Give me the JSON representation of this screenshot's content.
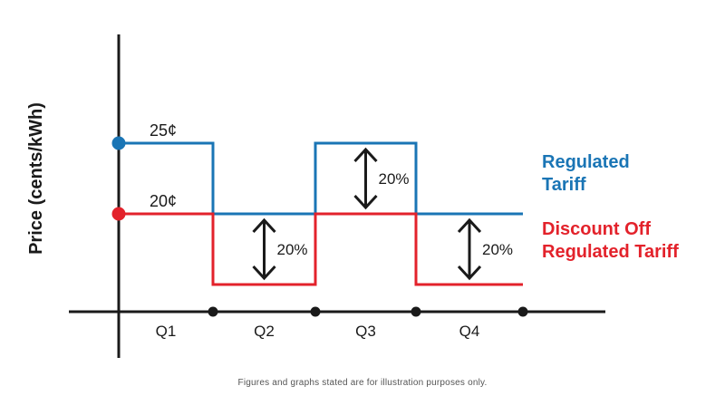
{
  "colors": {
    "regulated": "#1a75b5",
    "discount": "#e3222b",
    "axis": "#1a1a1a"
  },
  "chart_data": {
    "type": "line",
    "step": true,
    "title": "",
    "xlabel": "",
    "ylabel": "Price (cents/kWh)",
    "categories": [
      "Q1",
      "Q2",
      "Q3",
      "Q4"
    ],
    "series": [
      {
        "name": "Regulated Tariff",
        "legend_lines": [
          "Regulated",
          "Tariff"
        ],
        "color": "#1a75b5",
        "values": [
          25,
          20,
          25,
          20
        ],
        "start_label": "25¢"
      },
      {
        "name": "Discount Off Regulated Tariff",
        "legend_lines": [
          "Discount Off",
          "Regulated Tariff"
        ],
        "color": "#e3222b",
        "values": [
          20,
          15,
          20,
          15
        ],
        "start_label": "20¢"
      }
    ],
    "annotations": [
      {
        "quarter": "Q2",
        "text": "20%"
      },
      {
        "quarter": "Q3",
        "text": "20%"
      },
      {
        "quarter": "Q4",
        "text": "20%"
      }
    ],
    "y_axis_ticks_shown": false,
    "grid": false,
    "legend": "right"
  },
  "footnote": "Figures and graphs stated are for illustration purposes only."
}
